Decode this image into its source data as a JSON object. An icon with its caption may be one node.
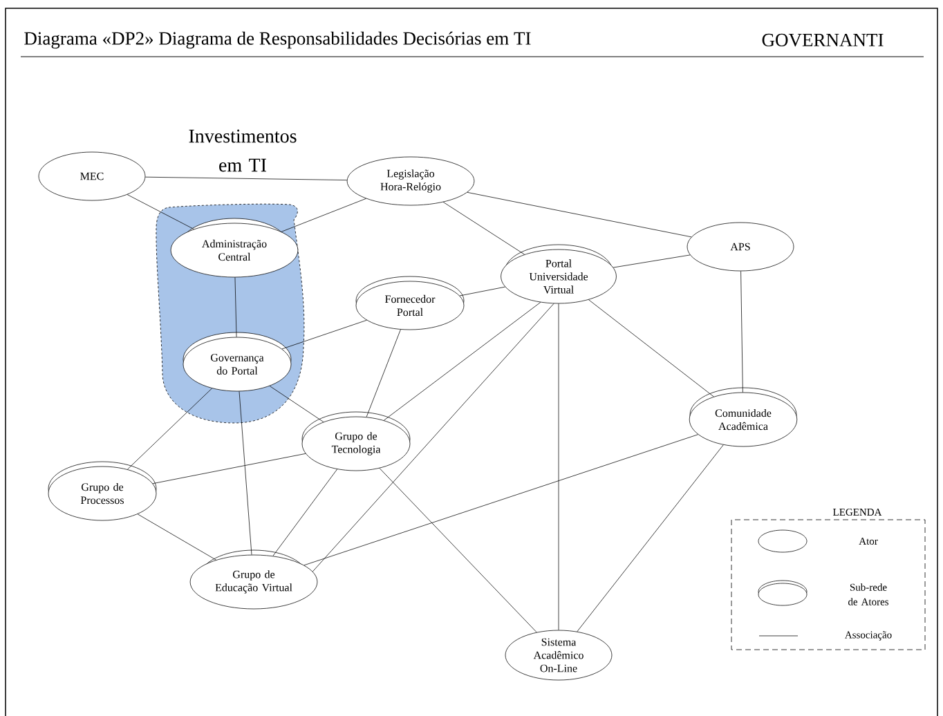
{
  "diagram": {
    "title": "Diagrama «DP2» Diagrama de Responsabilidades Decisórias em TI",
    "nodes": [
      {
        "text": [
          "MEC"
        ]
      },
      {
        "text": [
          "Investimentos em TI"
        ]
      },
      {
        "text": [
          "Administração Central"
        ],
        "in": 1
      },
      {
        "text": [
          "Legislação Hora-Relógio"
        ]
      },
      {
        "text": [
          "APS"
        ]
      },
      {
        "text": [
          "Portal Universidade Virtual"
        ]
      },
      {
        "text": [
          "Fornecedor Portal"
        ]
      },
      {
        "text": [
          "Governança do Portal"
        ],
        "in": 1
      },
      {
        "text": [
          "Comunidade Acadêmica"
        ]
      },
      {
        "text": [
          "Grupo de Tecnologia"
        ]
      },
      {
        "text": [
          "Grupo de Processos"
        ]
      },
      {
        "text": [
          "Grupo de Educação Virtual"
        ]
      },
      {
        "text": [
          "Sistema Acadêmico On-Line"
        ]
      }
    ],
    "edges": [
      {
        "from": 0,
        "to": 3,
        "arrow": "none"
      },
      {
        "from": 0,
        "to": 2,
        "arrow": "none"
      },
      {
        "from": 3,
        "to": 2,
        "arrow": "none"
      },
      {
        "from": 3,
        "to": 4,
        "arrow": "none"
      },
      {
        "from": 3,
        "to": 5,
        "arrow": "none"
      },
      {
        "from": 2,
        "to": 7,
        "arrow": "none"
      },
      {
        "from": 5,
        "to": 4,
        "arrow": "none"
      },
      {
        "from": 5,
        "to": 6,
        "arrow": "none"
      },
      {
        "from": 6,
        "to": 7,
        "arrow": "none"
      },
      {
        "from": 6,
        "to": 9,
        "arrow": "none"
      },
      {
        "from": 5,
        "to": 9,
        "arrow": "none"
      },
      {
        "from": 5,
        "to": 11,
        "arrow": "none"
      },
      {
        "from": 5,
        "to": 12,
        "arrow": "none"
      },
      {
        "from": 5,
        "to": 8,
        "arrow": "none"
      },
      {
        "from": 4,
        "to": 8,
        "arrow": "none"
      },
      {
        "from": 7,
        "to": 9,
        "arrow": "none"
      },
      {
        "from": 7,
        "to": 10,
        "arrow": "none"
      },
      {
        "from": 7,
        "to": 11,
        "arrow": "none"
      },
      {
        "from": 9,
        "to": 10,
        "arrow": "none"
      },
      {
        "from": 9,
        "to": 11,
        "arrow": "none"
      },
      {
        "from": 9,
        "to": 12,
        "arrow": "none"
      },
      {
        "from": 10,
        "to": 11,
        "arrow": "none"
      },
      {
        "from": 11,
        "to": 8,
        "arrow": "none"
      },
      {
        "from": 8,
        "to": 12,
        "arrow": "none"
      }
    ],
    "labels": [
      "GOVERNANTI",
      "LEGENDA"
    ],
    "legend": [
      {
        "text": "Ator"
      },
      {
        "text": "Sub-rede de Atores"
      },
      {
        "text": "Associação"
      }
    ]
  }
}
